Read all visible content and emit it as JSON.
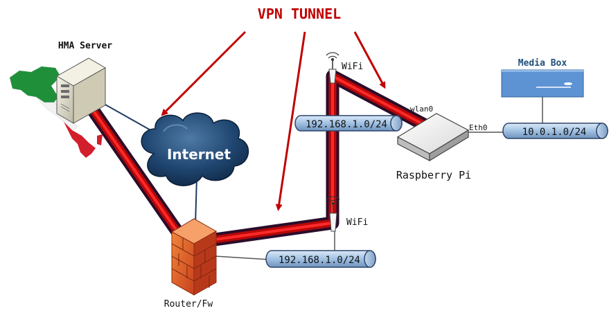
{
  "title": "VPN TUNNEL",
  "nodes": {
    "hma_server": "HMA Server",
    "internet": "Internet",
    "router": "Router/Fw",
    "wifi_top": "WiFi",
    "wifi_bottom": "WiFi",
    "raspberry_pi": "Raspberry Pi",
    "media_box": "Media Box"
  },
  "interfaces": {
    "wlan": "wlan0",
    "eth": "Eth0"
  },
  "networks": {
    "pi_wifi": "192.168.1.0/24",
    "router_lan": "192.168.1.0/24",
    "media_lan": "10.0.1.0/24"
  },
  "colors": {
    "title": "#c00000",
    "tunnel_outer": "#2b0d2a",
    "tunnel_inner": "#e01010",
    "arrow": "#c00000",
    "pipe_fill": "#a7c6e6",
    "pipe_stroke": "#2c4468",
    "cloud": "#1c3f66",
    "media_box": "#5d93d3",
    "media_box_label": "#1f4e79"
  }
}
